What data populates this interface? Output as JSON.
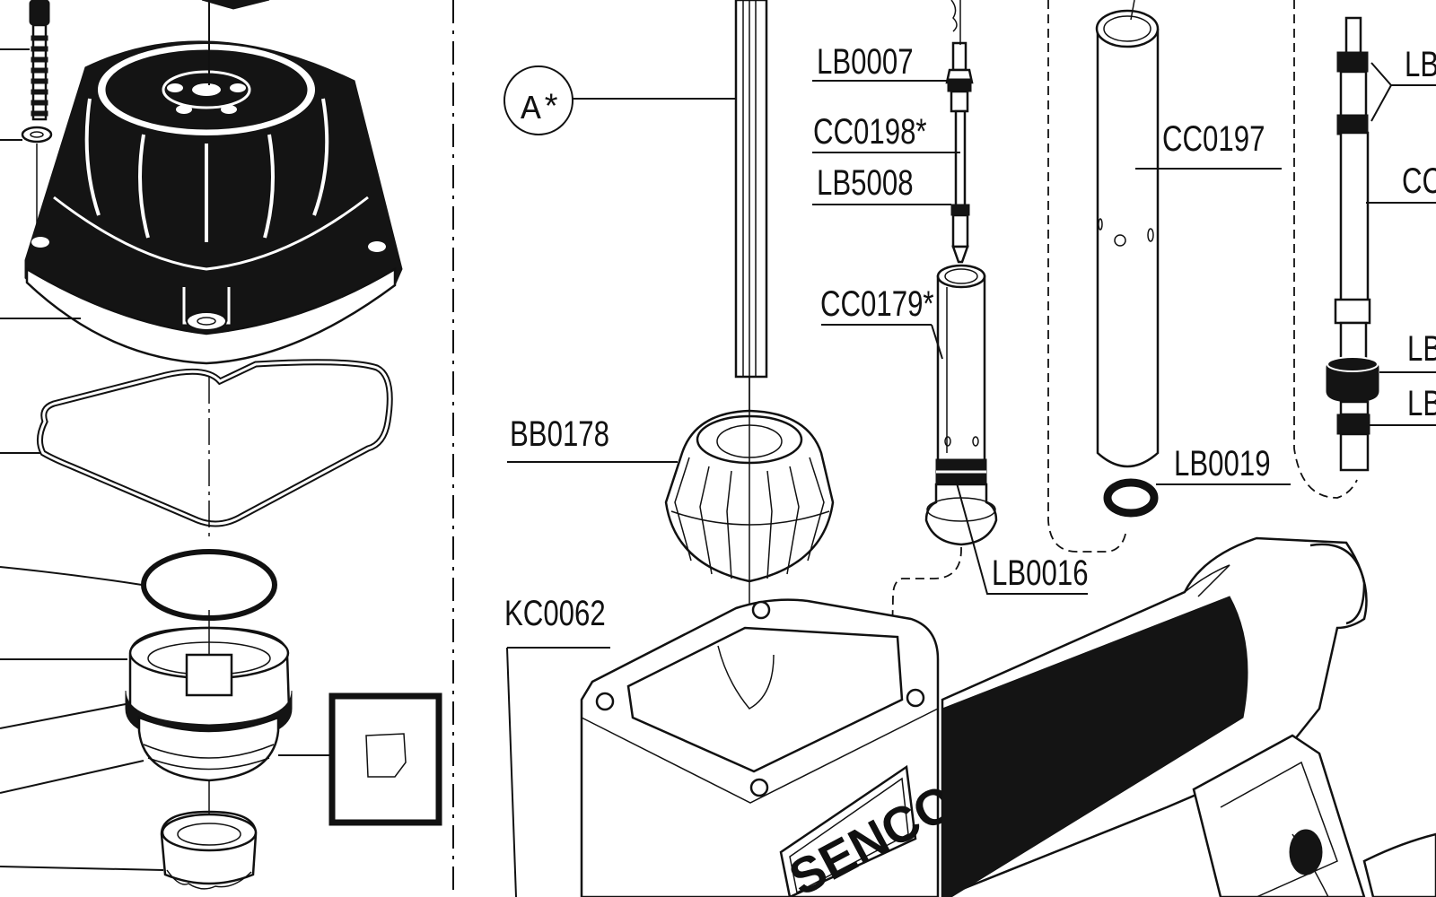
{
  "diagram": {
    "callout_circle_label": "A*",
    "brand_logo": "SENCO",
    "part_labels": {
      "lb0007": "LB0007",
      "cc0198": "CC0198*",
      "lb5008": "LB5008",
      "cc0197": "CC0197",
      "cc0179": "CC0179*",
      "bb0178": "BB0178",
      "lb0019": "LB0019",
      "lb0016": "LB0016",
      "kc0062": "KC0062",
      "lb_top_right": "LB",
      "cc_right": "CC",
      "lb_mid_right": "LB",
      "lb_low_right": "LB"
    }
  }
}
